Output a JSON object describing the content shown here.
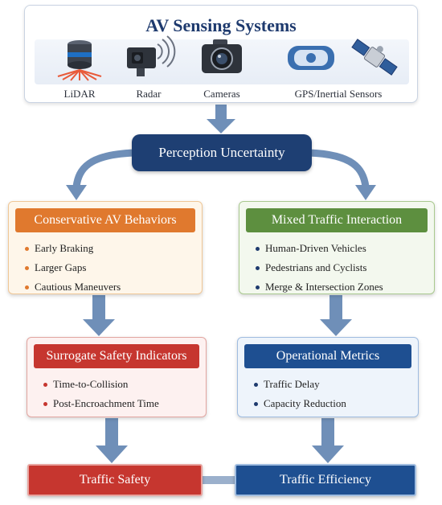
{
  "sensing": {
    "title": "AV Sensing Systems",
    "sensors": [
      {
        "label": "LiDAR",
        "icon": "lidar-icon"
      },
      {
        "label": "Radar",
        "icon": "radar-icon"
      },
      {
        "label": "Cameras",
        "icon": "camera-icon"
      },
      {
        "label": "GPS/Inertial Sensors",
        "icon": "satellite-icon"
      }
    ]
  },
  "perception": {
    "label": "Perception Uncertainty"
  },
  "conservative": {
    "title": "Conservative AV Behaviors",
    "items": [
      "Early Braking",
      "Larger Gaps",
      "Cautious Maneuvers"
    ]
  },
  "mixed": {
    "title": "Mixed Traffic Interaction",
    "items": [
      "Human-Driven Vehicles",
      "Pedestrians and Cyclists",
      "Merge & Intersection Zones"
    ]
  },
  "surrogate": {
    "title": "Surrogate Safety Indicators",
    "items": [
      "Time-to-Collision",
      "Post-Encroachment Time"
    ]
  },
  "operational": {
    "title": "Operational Metrics",
    "items": [
      "Traffic Delay",
      "Capacity Reduction"
    ]
  },
  "outcomes": {
    "safety": "Traffic Safety",
    "efficiency": "Traffic Efficiency"
  },
  "colors": {
    "navy": "#1e3f73",
    "orange": "#e0792e",
    "green": "#5d8f3f",
    "red": "#c6362f",
    "blue": "#1e4f91",
    "arrow": "#6f8fb8"
  }
}
